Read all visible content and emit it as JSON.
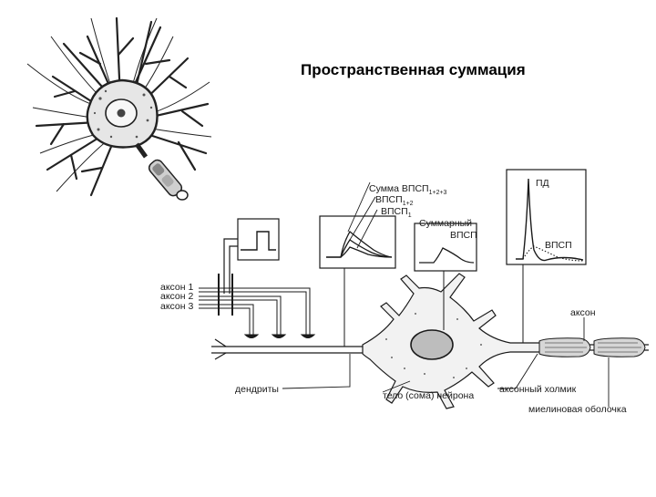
{
  "title": "Пространственная суммация",
  "labels": {
    "sum_epsp": "Сумма ВПСП",
    "sum_sub": "1+2+3",
    "epsp12": "ВПСП",
    "epsp12_sub": "1+2",
    "epsp1": "ВПСП",
    "epsp1_sub": "1",
    "summary_epsp_line1": "Суммарный",
    "summary_epsp_line2": "ВПСП",
    "ap": "ПД",
    "epsp": "ВПСП",
    "axon1": "аксон 1",
    "axon2": "аксон 2",
    "axon3": "аксон 3",
    "axon": "аксон",
    "dendrites": "дендриты",
    "soma": "тело (сома) нейрона",
    "axon_hillock": "аксонный холмик",
    "myelin": "миелиновая оболочка"
  },
  "colors": {
    "ink": "#1a1a1a",
    "cell_fill": "#f2f2f2",
    "nucleus": "#bdbdbd"
  }
}
